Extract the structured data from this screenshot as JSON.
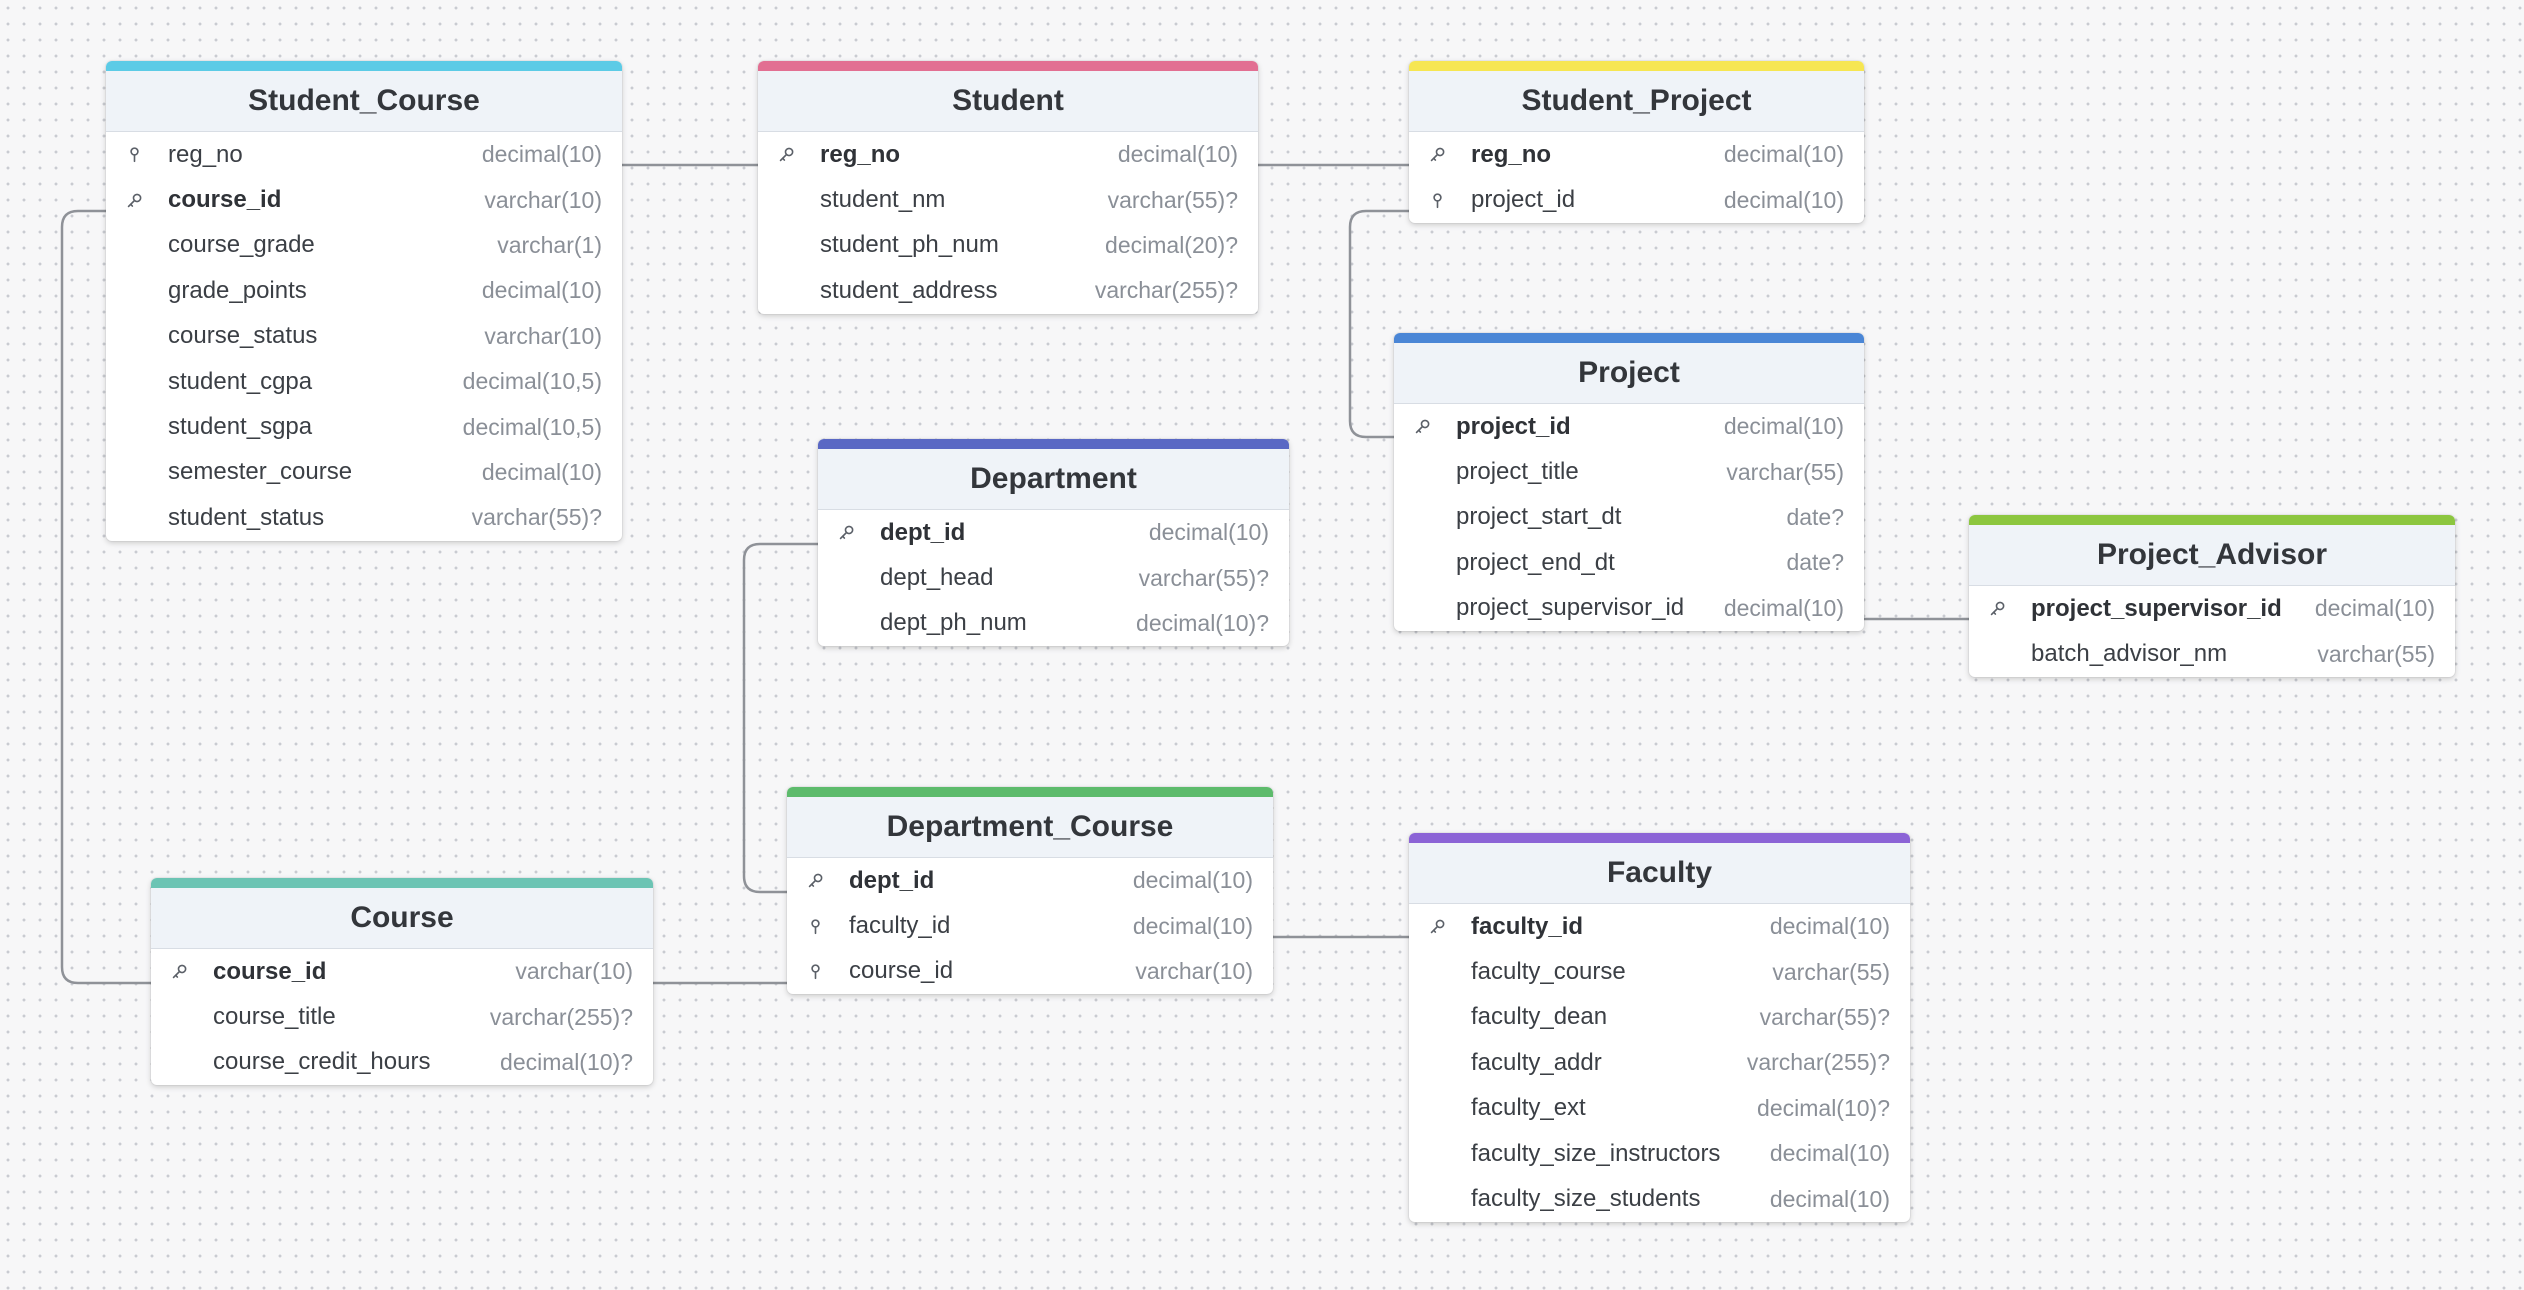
{
  "colors": {
    "student_course": "#5ccbe6",
    "student": "#e26f92",
    "student_project": "#f6e652",
    "project": "#4a86d6",
    "department": "#5a68c4",
    "project_advisor": "#8cc63f",
    "department_course": "#5dbb6c",
    "faculty": "#8b63d6",
    "course": "#6cc4b4",
    "connector": "#8f9298",
    "grid_dot": "#c9cbd1"
  },
  "tables": {
    "student_course": {
      "name": "Student_Course",
      "columns": [
        {
          "name": "reg_no",
          "type": "decimal(10)",
          "icon": "fk-icon"
        },
        {
          "name": "course_id",
          "type": "varchar(10)",
          "icon": "pk-icon",
          "pk": true
        },
        {
          "name": "course_grade",
          "type": "varchar(1)",
          "icon": ""
        },
        {
          "name": "grade_points",
          "type": "decimal(10)",
          "icon": ""
        },
        {
          "name": "course_status",
          "type": "varchar(10)",
          "icon": ""
        },
        {
          "name": "student_cgpa",
          "type": "decimal(10,5)",
          "icon": ""
        },
        {
          "name": "student_sgpa",
          "type": "decimal(10,5)",
          "icon": ""
        },
        {
          "name": "semester_course",
          "type": "decimal(10)",
          "icon": ""
        },
        {
          "name": "student_status",
          "type": "varchar(55)?",
          "icon": ""
        }
      ]
    },
    "student": {
      "name": "Student",
      "columns": [
        {
          "name": "reg_no",
          "type": "decimal(10)",
          "icon": "pk-icon",
          "pk": true
        },
        {
          "name": "student_nm",
          "type": "varchar(55)?",
          "icon": ""
        },
        {
          "name": "student_ph_num",
          "type": "decimal(20)?",
          "icon": ""
        },
        {
          "name": "student_address",
          "type": "varchar(255)?",
          "icon": ""
        }
      ]
    },
    "student_project": {
      "name": "Student_Project",
      "columns": [
        {
          "name": "reg_no",
          "type": "decimal(10)",
          "icon": "pk-icon",
          "pk": true
        },
        {
          "name": "project_id",
          "type": "decimal(10)",
          "icon": "fk-icon"
        }
      ]
    },
    "project": {
      "name": "Project",
      "columns": [
        {
          "name": "project_id",
          "type": "decimal(10)",
          "icon": "pk-icon",
          "pk": true
        },
        {
          "name": "project_title",
          "type": "varchar(55)",
          "icon": ""
        },
        {
          "name": "project_start_dt",
          "type": "date?",
          "icon": ""
        },
        {
          "name": "project_end_dt",
          "type": "date?",
          "icon": ""
        },
        {
          "name": "project_supervisor_id",
          "type": "decimal(10)",
          "icon": ""
        }
      ]
    },
    "department": {
      "name": "Department",
      "columns": [
        {
          "name": "dept_id",
          "type": "decimal(10)",
          "icon": "pk-icon",
          "pk": true
        },
        {
          "name": "dept_head",
          "type": "varchar(55)?",
          "icon": ""
        },
        {
          "name": "dept_ph_num",
          "type": "decimal(10)?",
          "icon": ""
        }
      ]
    },
    "project_advisor": {
      "name": "Project_Advisor",
      "columns": [
        {
          "name": "project_supervisor_id",
          "type": "decimal(10)",
          "icon": "pk-icon",
          "pk": true
        },
        {
          "name": "batch_advisor_nm",
          "type": "varchar(55)",
          "icon": ""
        }
      ]
    },
    "department_course": {
      "name": "Department_Course",
      "columns": [
        {
          "name": "dept_id",
          "type": "decimal(10)",
          "icon": "pk-icon",
          "pk": true
        },
        {
          "name": "faculty_id",
          "type": "decimal(10)",
          "icon": "fk-icon"
        },
        {
          "name": "course_id",
          "type": "varchar(10)",
          "icon": "fk-icon"
        }
      ]
    },
    "faculty": {
      "name": "Faculty",
      "columns": [
        {
          "name": "faculty_id",
          "type": "decimal(10)",
          "icon": "pk-icon",
          "pk": true
        },
        {
          "name": "faculty_course",
          "type": "varchar(55)",
          "icon": ""
        },
        {
          "name": "faculty_dean",
          "type": "varchar(55)?",
          "icon": ""
        },
        {
          "name": "faculty_addr",
          "type": "varchar(255)?",
          "icon": ""
        },
        {
          "name": "faculty_ext",
          "type": "decimal(10)?",
          "icon": ""
        },
        {
          "name": "faculty_size_instructors",
          "type": "decimal(10)",
          "icon": ""
        },
        {
          "name": "faculty_size_students",
          "type": "decimal(10)",
          "icon": ""
        }
      ]
    },
    "course": {
      "name": "Course",
      "columns": [
        {
          "name": "course_id",
          "type": "varchar(10)",
          "icon": "pk-icon",
          "pk": true
        },
        {
          "name": "course_title",
          "type": "varchar(255)?",
          "icon": ""
        },
        {
          "name": "course_credit_hours",
          "type": "decimal(10)?",
          "icon": ""
        }
      ]
    }
  }
}
